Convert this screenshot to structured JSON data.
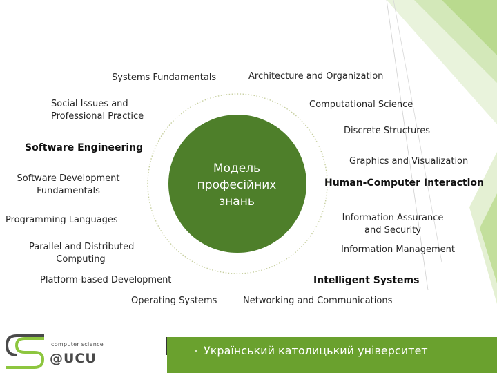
{
  "center": {
    "lines": [
      "Модель",
      "професійних",
      "знань"
    ]
  },
  "topics": {
    "architecture": "Architecture and Organization",
    "systems_fundamentals": "Systems Fundamentals",
    "social_issues": [
      "Social Issues and",
      "Professional Practice"
    ],
    "computational_science": "Computational Science",
    "discrete_structures": "Discrete Structures",
    "software_engineering": "Software Engineering",
    "graphics": "Graphics and Visualization",
    "software_development": [
      "Software Development",
      "Fundamentals"
    ],
    "hci": "Human-Computer Interaction",
    "programming_languages": "Programming Languages",
    "information_assurance": [
      "Information Assurance",
      "and Security"
    ],
    "parallel_distributed": [
      "Parallel and Distributed",
      "Computing"
    ],
    "information_management": "Information Management",
    "platform_based": "Platform-based Development",
    "intelligent_systems": "Intelligent Systems",
    "operating_systems": "Operating Systems",
    "networking": "Networking and Communications"
  },
  "footer": {
    "university": "Український католицький університет",
    "logo_sub": "computer science",
    "logo_main": "@UCU"
  },
  "colors": {
    "center_green": "#4e7f2a",
    "footer_green": "#6aa12e",
    "accent_light_green": "#8dc63f"
  }
}
